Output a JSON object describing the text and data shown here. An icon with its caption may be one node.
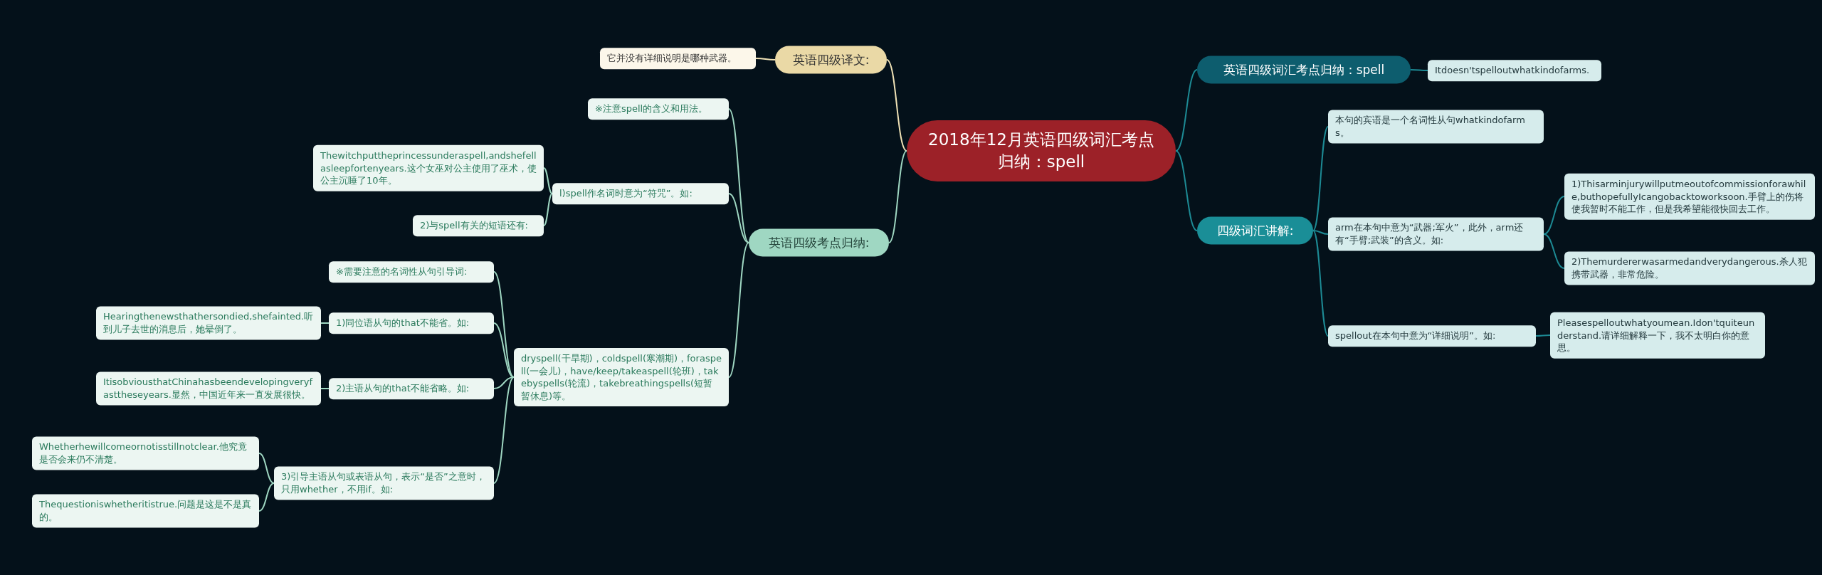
{
  "diagram": {
    "nodes": [
      {
        "text": [
          "2018年12月英语四级词汇考点归纳：spell"
        ]
      },
      {
        "text": [
          "英语四级译文:"
        ]
      },
      {
        "text": [
          "它并没有详细说明是哪种武器。"
        ]
      },
      {
        "text": [
          "英语四级考点归纳:"
        ]
      },
      {
        "text": [
          "※注意spell的含义和用法。"
        ]
      },
      {
        "text": [
          "l)spell作名词时意为“符咒”。如:"
        ]
      },
      {
        "text": [
          "Thewitchputtheprincessunderaspell,andshefellasleepfortenyears.这个女巫对公主使用了巫术，使公主沉睡了10年。"
        ]
      },
      {
        "text": [
          "2)与spell有关的短语还有:"
        ]
      },
      {
        "text": [
          "dryspell(干旱期)，coldspell(寒潮期)，foraspell(一会儿)，have/keep/takeaspell(轮班)，takebyspells(轮流)，takebreathingspells(短暂暂休息)等。"
        ]
      },
      {
        "text": [
          "※需要注意的名词性从句引导词:"
        ]
      },
      {
        "text": [
          "1)同位语从句的that不能省。如:"
        ]
      },
      {
        "text": [
          "Hearingthenewsthathersondied,shefainted.听到儿子去世的消息后，她晕倒了。"
        ]
      },
      {
        "text": [
          "2)主语从句的that不能省略。如:"
        ]
      },
      {
        "text": [
          "ItisobviousthatChinahasbeendevelopingveryfasttheseyears.显然，中国近年来一直发展很快。"
        ]
      },
      {
        "text": [
          "3)引导主语从句或表语从句，表示“是否”之意时，只用whether，不用if。如:"
        ]
      },
      {
        "text": [
          "Whetherhewillcomeornotisstillnotclear.他究竟是否会来仍不清楚。"
        ]
      },
      {
        "text": [
          "Thequestioniswhetheritistrue.问题是这是不是真的。"
        ]
      },
      {
        "text": [
          "英语四级词汇考点归纳：spell"
        ]
      },
      {
        "text": [
          "Itdoesn'tspelloutwhatkindofarms."
        ]
      },
      {
        "text": [
          "四级词汇讲解:"
        ]
      },
      {
        "text": [
          "本句的宾语是一个名词性从句whatkindofarms。"
        ]
      },
      {
        "text": [
          "arm在本句中意为“武器;军火”，此外，arm还有“手臂;武装”的含义。如:"
        ]
      },
      {
        "text": [
          "1)Thisarminjurywillputmeoutofcommissionforawhile,buthopefullyIcangobacktoworksoon.手臂上的伤将使我暂时不能工作，但是我希望能很快回去工作。"
        ]
      },
      {
        "text": [
          "2)Themurdererwasarmedandverydangerous.杀人犯携带武器，非常危险。"
        ]
      },
      {
        "text": [
          "spellout在本句中意为“详细说明”。如:"
        ]
      },
      {
        "text": [
          "Pleasespelloutwhatyoumean.Idon'tquiteunderstand.请详细解释一下，我不太明白你的意思。"
        ]
      }
    ],
    "edges": [
      {
        "from": 0,
        "to": 1,
        "arrow": "none",
        "color": "#f0e2b6"
      },
      {
        "from": 1,
        "to": 2,
        "arrow": "none",
        "color": "#f0e2b6"
      },
      {
        "from": 0,
        "to": 3,
        "arrow": "none"
      },
      {
        "from": 3,
        "to": 4,
        "arrow": "none"
      },
      {
        "from": 3,
        "to": 5,
        "arrow": "none"
      },
      {
        "from": 5,
        "to": 6,
        "arrow": "none"
      },
      {
        "from": 5,
        "to": 7,
        "arrow": "none"
      },
      {
        "from": 3,
        "to": 8,
        "arrow": "none"
      },
      {
        "from": 8,
        "to": 9,
        "arrow": "none"
      },
      {
        "from": 8,
        "to": 10,
        "arrow": "none"
      },
      {
        "from": 10,
        "to": 11,
        "arrow": "none"
      },
      {
        "from": 8,
        "to": 12,
        "arrow": "none"
      },
      {
        "from": 12,
        "to": 13,
        "arrow": "none"
      },
      {
        "from": 8,
        "to": 14,
        "arrow": "none"
      },
      {
        "from": 14,
        "to": 15,
        "arrow": "none"
      },
      {
        "from": 14,
        "to": 16,
        "arrow": "none"
      },
      {
        "from": 0,
        "to": 17,
        "arrow": "none",
        "color": "#1d8a94"
      },
      {
        "from": 17,
        "to": 18,
        "arrow": "none",
        "color": "#1d8a94"
      },
      {
        "from": 0,
        "to": 19,
        "arrow": "none",
        "color": "#1d8a94"
      },
      {
        "from": 19,
        "to": 20,
        "arrow": "none",
        "color": "#1d8a94"
      },
      {
        "from": 19,
        "to": 21,
        "arrow": "none",
        "color": "#1d8a94"
      },
      {
        "from": 21,
        "to": 22,
        "arrow": "none",
        "color": "#1d8a94"
      },
      {
        "from": 21,
        "to": 23,
        "arrow": "none",
        "color": "#1d8a94"
      },
      {
        "from": 19,
        "to": 24,
        "arrow": "none",
        "color": "#1d8a94"
      },
      {
        "from": 24,
        "to": 25,
        "arrow": "none",
        "color": "#1d8a94"
      }
    ]
  }
}
